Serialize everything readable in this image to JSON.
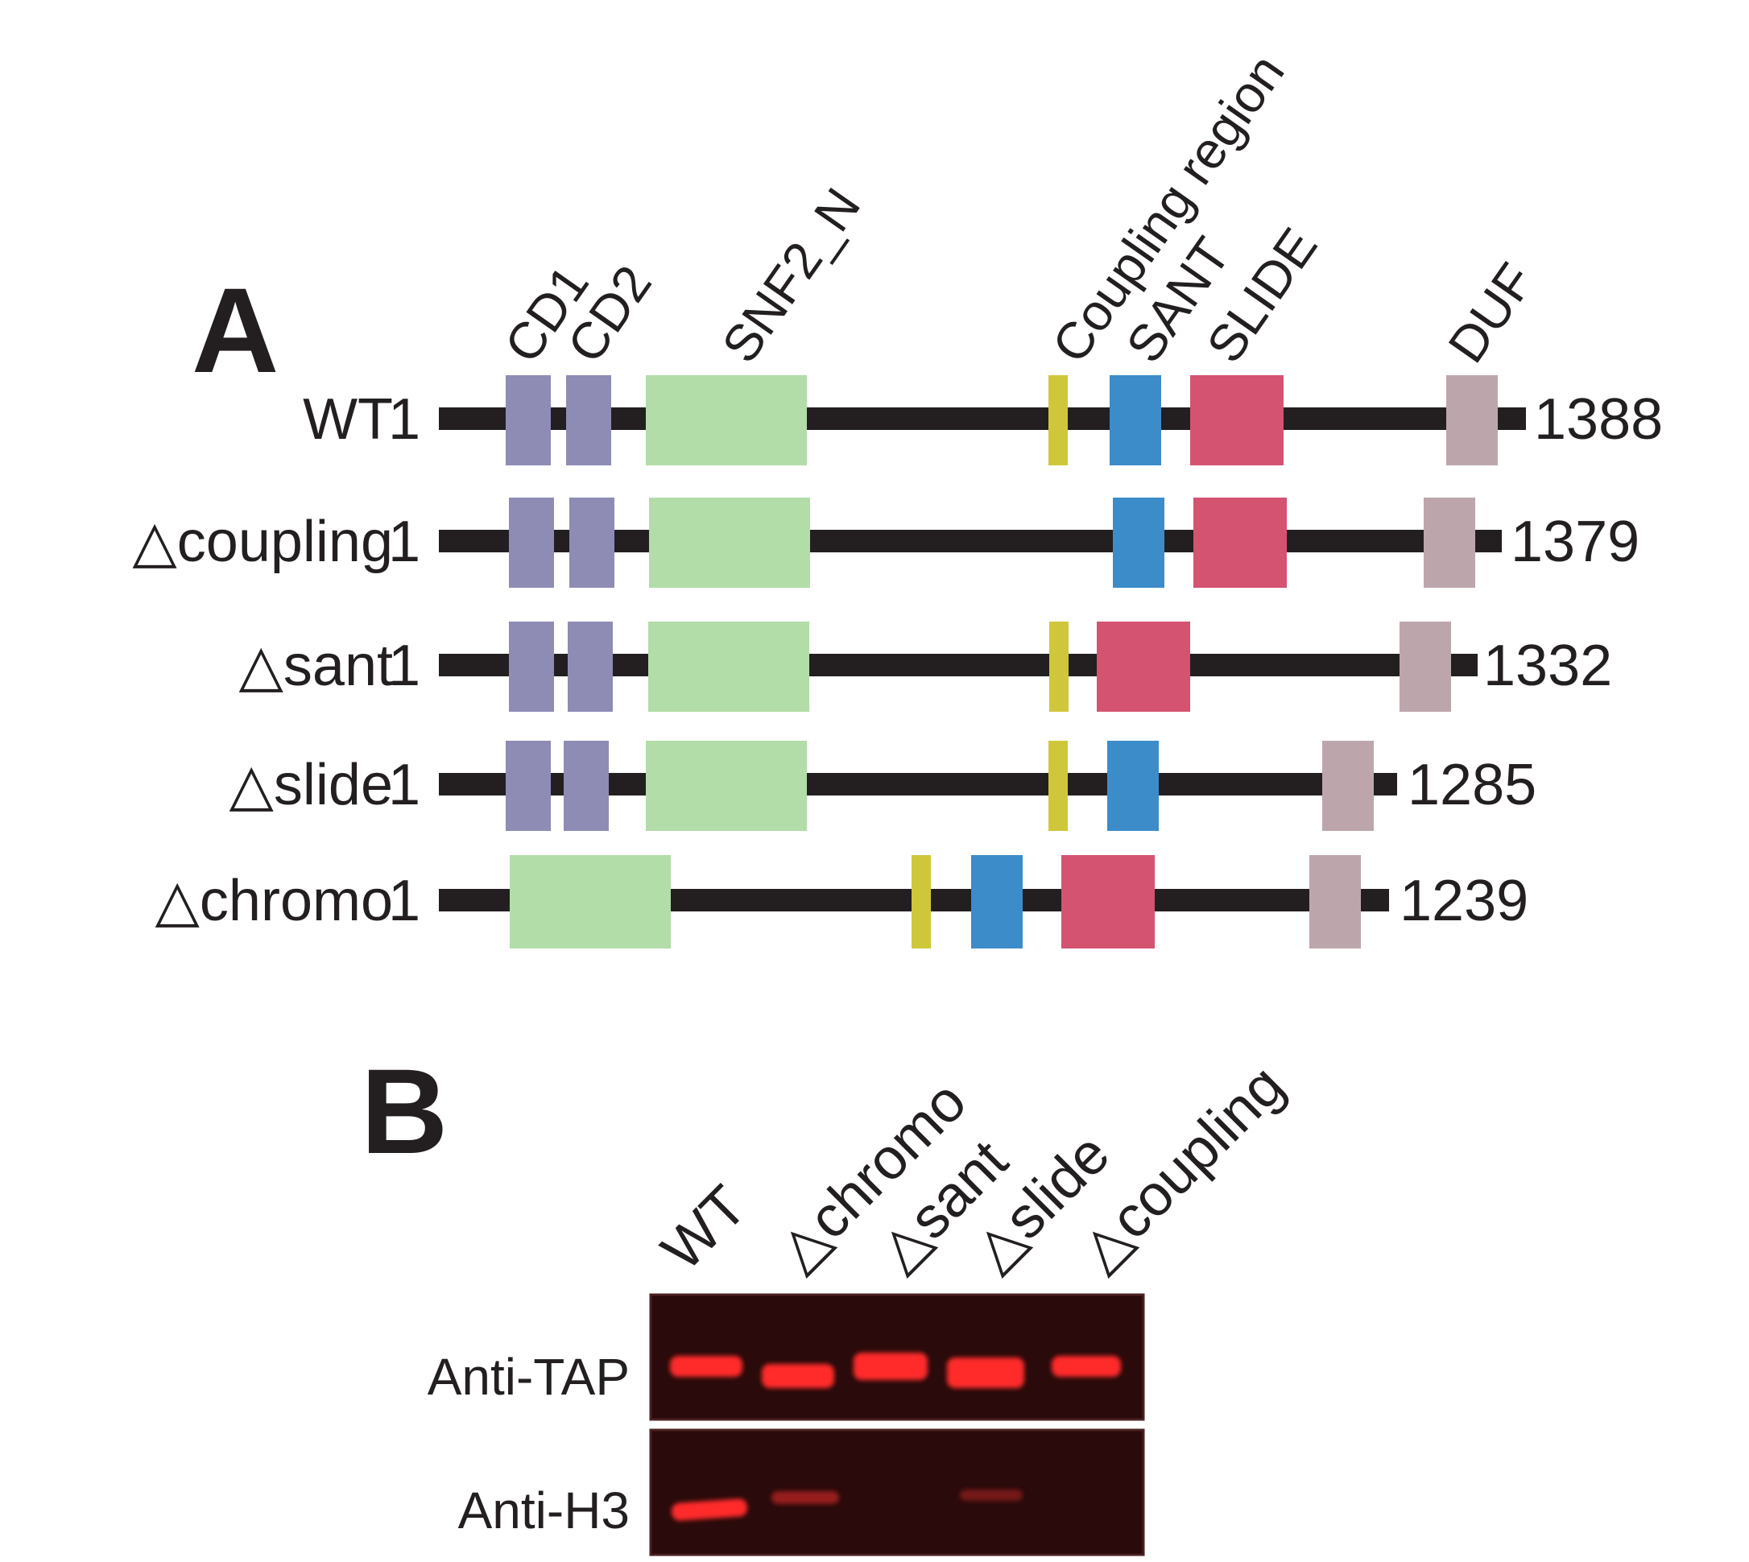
{
  "panel_a": {
    "letter": "A",
    "domain_headers": {
      "cd1": "CD1",
      "cd2": "CD2",
      "snf2n": "SNF2_N",
      "coupling": "Coupling region",
      "sant": "SANT",
      "slide": "SLIDE",
      "duf": "DUF"
    },
    "domain_colors": {
      "chromo": "#8e8cb5",
      "snf2n": "#b2dca8",
      "coupling": "#cfc73b",
      "sant": "#3c8cca",
      "slide": "#d45371",
      "duf": "#bca6ac",
      "backbone": "#231f20"
    },
    "constructs": [
      {
        "name": "WT",
        "start": "1",
        "end": "1388",
        "domains": [
          "chromo",
          "chromo",
          "snf2n",
          "coupling",
          "sant",
          "slide",
          "duf"
        ]
      },
      {
        "name": "△coupling",
        "start": "1",
        "end": "1379",
        "domains": [
          "chromo",
          "chromo",
          "snf2n",
          "sant",
          "slide",
          "duf"
        ]
      },
      {
        "name": "△sant",
        "start": "1",
        "end": "1332",
        "domains": [
          "chromo",
          "chromo",
          "snf2n",
          "coupling",
          "slide",
          "duf"
        ]
      },
      {
        "name": "△slide",
        "start": "1",
        "end": "1285",
        "domains": [
          "chromo",
          "chromo",
          "snf2n",
          "coupling",
          "sant",
          "duf"
        ]
      },
      {
        "name": "△chromo",
        "start": "1",
        "end": "1239",
        "domains": [
          "snf2n",
          "coupling",
          "sant",
          "slide",
          "duf"
        ]
      }
    ]
  },
  "panel_b": {
    "letter": "B",
    "lanes": [
      "WT",
      "△chromo",
      "△sant",
      "△slide",
      "△coupling"
    ],
    "blots": [
      {
        "label": "Anti-TAP",
        "band_intensity": [
          0.85,
          0.9,
          1.0,
          1.0,
          0.85
        ]
      },
      {
        "label": "Anti-H3",
        "band_intensity": [
          0.9,
          0.5,
          0.0,
          0.35,
          0.0
        ]
      }
    ],
    "band_color": "#ff2a2a",
    "blot_background": "#2a0a0a"
  }
}
